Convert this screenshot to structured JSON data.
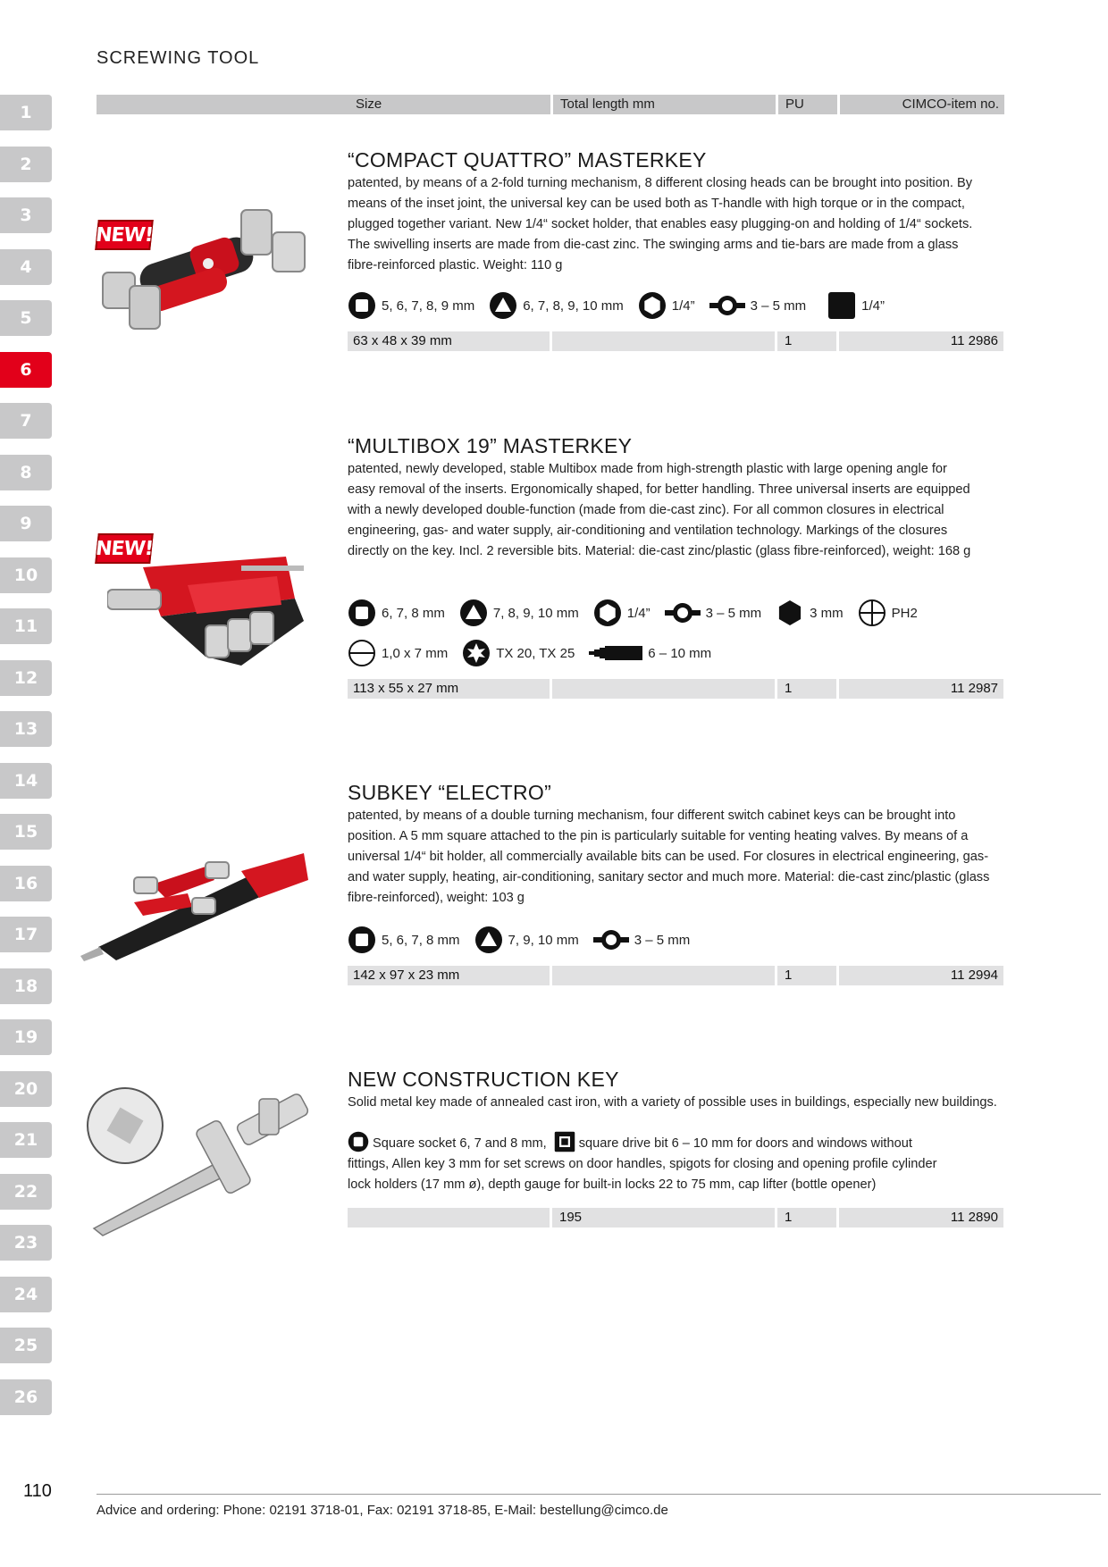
{
  "section_title": "SCREWING TOOL",
  "tabs": [
    "1",
    "2",
    "3",
    "4",
    "5",
    "6",
    "7",
    "8",
    "9",
    "10",
    "11",
    "12",
    "13",
    "14",
    "15",
    "16",
    "17",
    "18",
    "19",
    "20",
    "21",
    "22",
    "23",
    "24",
    "25",
    "26"
  ],
  "active_tab": "6",
  "table_header": {
    "size": "Size",
    "length": "Total length mm",
    "pu": "PU",
    "item": "CIMCO-item no."
  },
  "new_badge": "NEW!",
  "colors": {
    "accent": "#e2001a",
    "tab_gray": "#c8c8c9",
    "row_gray": "#e1e1e2"
  },
  "products": [
    {
      "title": "“COMPACT QUATTRO” MASTERKEY",
      "description": "patented, by means of a 2-fold turning mechanism, 8 different closing heads can be brought into position. By means of the inset joint, the universal key can be used both as T-handle with high torque or in the compact, plugged together variant. New 1/4“ socket holder, that enables easy plugging-on and holding of 1/4“ sockets. The swivelling inserts are made from die-cast zinc. The swinging arms and tie-bars are made from a glass fibre-reinforced plastic. Weight: 110 g",
      "icons": [
        {
          "icon": "square-socket-icon",
          "text": "5, 6, 7, 8, 9 mm"
        },
        {
          "icon": "triangle-socket-icon",
          "text": "6, 7, 8, 9, 10 mm"
        },
        {
          "icon": "hex-socket-icon",
          "text": "1/4”"
        },
        {
          "icon": "double-bit-icon",
          "text": "3 – 5 mm"
        },
        {
          "icon": "square-drive-icon",
          "text": "1/4”"
        }
      ],
      "row": {
        "size": "63 x 48 x 39 mm",
        "length": "",
        "pu": "1",
        "item": "11 2986"
      }
    },
    {
      "title": "“MULTIBOX 19” MASTERKEY",
      "description": "patented, newly developed, stable Multibox made from high-strength plastic with large opening angle for easy removal of the inserts. Ergonomically shaped, for better handling. Three universal inserts are equipped with a newly developed double-function (made from die-cast zinc). For all common closures in electrical engineering, gas- and water supply, air-conditioning and ventilation technology. Markings of the closures directly on the key. Incl. 2 reversible bits. Material: die-cast zinc/plastic (glass fibre-reinforced), weight: 168 g",
      "icons": [
        {
          "icon": "square-socket-icon",
          "text": "6, 7, 8 mm"
        },
        {
          "icon": "triangle-socket-icon",
          "text": "7, 8, 9, 10 mm"
        },
        {
          "icon": "hex-socket-icon",
          "text": "1/4”"
        },
        {
          "icon": "double-bit-icon",
          "text": "3 – 5 mm"
        },
        {
          "icon": "hex-key-icon",
          "text": "3 mm"
        },
        {
          "icon": "phillips-icon",
          "text": "PH2"
        }
      ],
      "icons2": [
        {
          "icon": "slotted-icon",
          "text": "1,0 x 7 mm"
        },
        {
          "icon": "torx-icon",
          "text": "TX 20, TX 25"
        },
        {
          "icon": "stepped-bit-icon",
          "text": "6 – 10 mm"
        }
      ],
      "row": {
        "size": "113 x 55 x 27 mm",
        "length": "",
        "pu": "1",
        "item": "11 2987"
      }
    },
    {
      "title": "SUBKEY “ELECTRO”",
      "description": "patented, by means of a double turning mechanism, four different switch cabinet keys can be brought into position. A 5 mm square attached to the pin is particularly suitable for venting heating valves. By means of a universal 1/4“ bit holder, all commercially available bits can be used. For closures in electrical engineering, gas- and water supply, heating, air-conditioning, sanitary sector and much more. Material: die-cast zinc/plastic (glass fibre-reinforced), weight: 103 g",
      "icons": [
        {
          "icon": "square-socket-icon",
          "text": "5, 6, 7, 8 mm"
        },
        {
          "icon": "triangle-socket-icon",
          "text": "7, 9, 10 mm"
        },
        {
          "icon": "double-bit-icon",
          "text": "3 – 5 mm"
        }
      ],
      "row": {
        "size": "142 x 97 x 23 mm",
        "length": "",
        "pu": "1",
        "item": "11 2994"
      }
    },
    {
      "title": "NEW CONSTRUCTION KEY",
      "description": "Solid metal key made of annealed cast iron, with a variety of possible uses in buildings, especially new buildings.",
      "detail_a": "Square socket 6, 7 and 8 mm,",
      "detail_b": "square drive bit 6 – 10 mm for doors and windows without fittings, Allen key 3 mm for set screws on door handles, spigots for closing and opening profile cylinder lock holders (17 mm ø), depth gauge for built-in locks 22 to 75 mm, cap lifter (bottle opener)",
      "row": {
        "size": "",
        "length": "195",
        "pu": "1",
        "item": "11 2890"
      }
    }
  ],
  "page_number": "110",
  "footer": "Advice and ordering: Phone: 02191 3718-01, Fax: 02191 3718-85, E-Mail: bestellung@cimco.de"
}
